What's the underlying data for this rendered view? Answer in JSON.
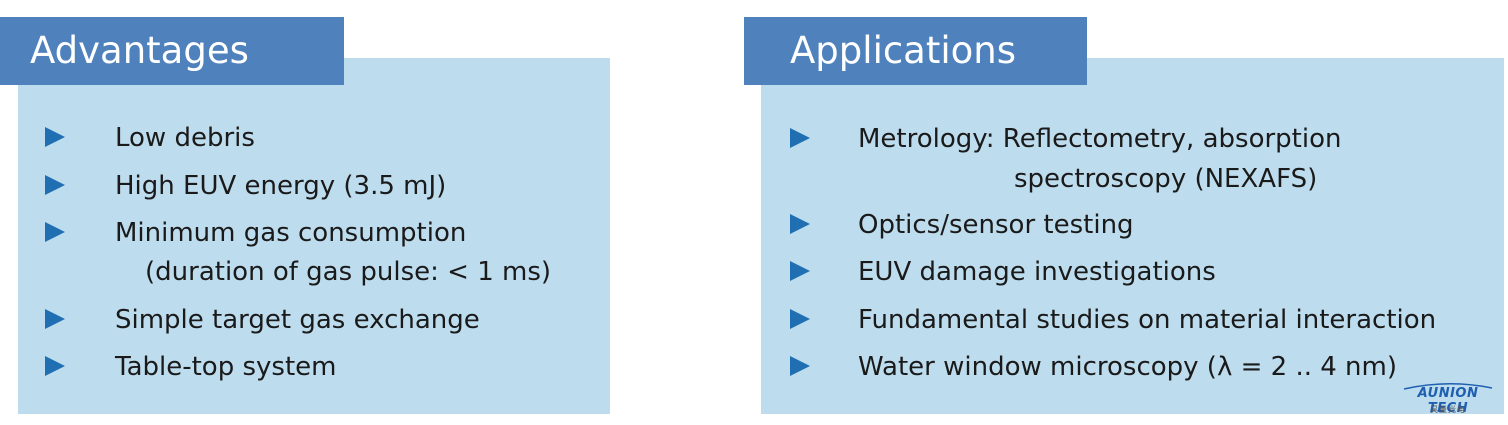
{
  "advantages": {
    "title": "Advantages",
    "items": [
      {
        "line1": "Low debris"
      },
      {
        "line1": "High EUV energy (3.5 mJ)"
      },
      {
        "line1": "Minimum gas consumption",
        "line2": "(duration of gas pulse: < 1 ms)"
      },
      {
        "line1": "Simple target gas exchange"
      },
      {
        "line1": "Table-top system"
      }
    ]
  },
  "applications": {
    "title": "Applications",
    "items": [
      {
        "line1": "Metrology: Reflectometry, absorption",
        "line2": "spectroscopy (NEXAFS)"
      },
      {
        "line1": "Optics/sensor testing"
      },
      {
        "line1": "EUV damage investigations"
      },
      {
        "line1": "Fundamental studies on material interaction"
      },
      {
        "line1": "Water window microscopy (λ = 2 .. 4 nm)"
      }
    ]
  },
  "logo": {
    "name": "AUNION TECH",
    "subtitle": "昊量光电"
  },
  "colors": {
    "heading_bg": "#4f81bd",
    "panel_bg": "#bddcee",
    "bullet": "#1f6fb2"
  }
}
